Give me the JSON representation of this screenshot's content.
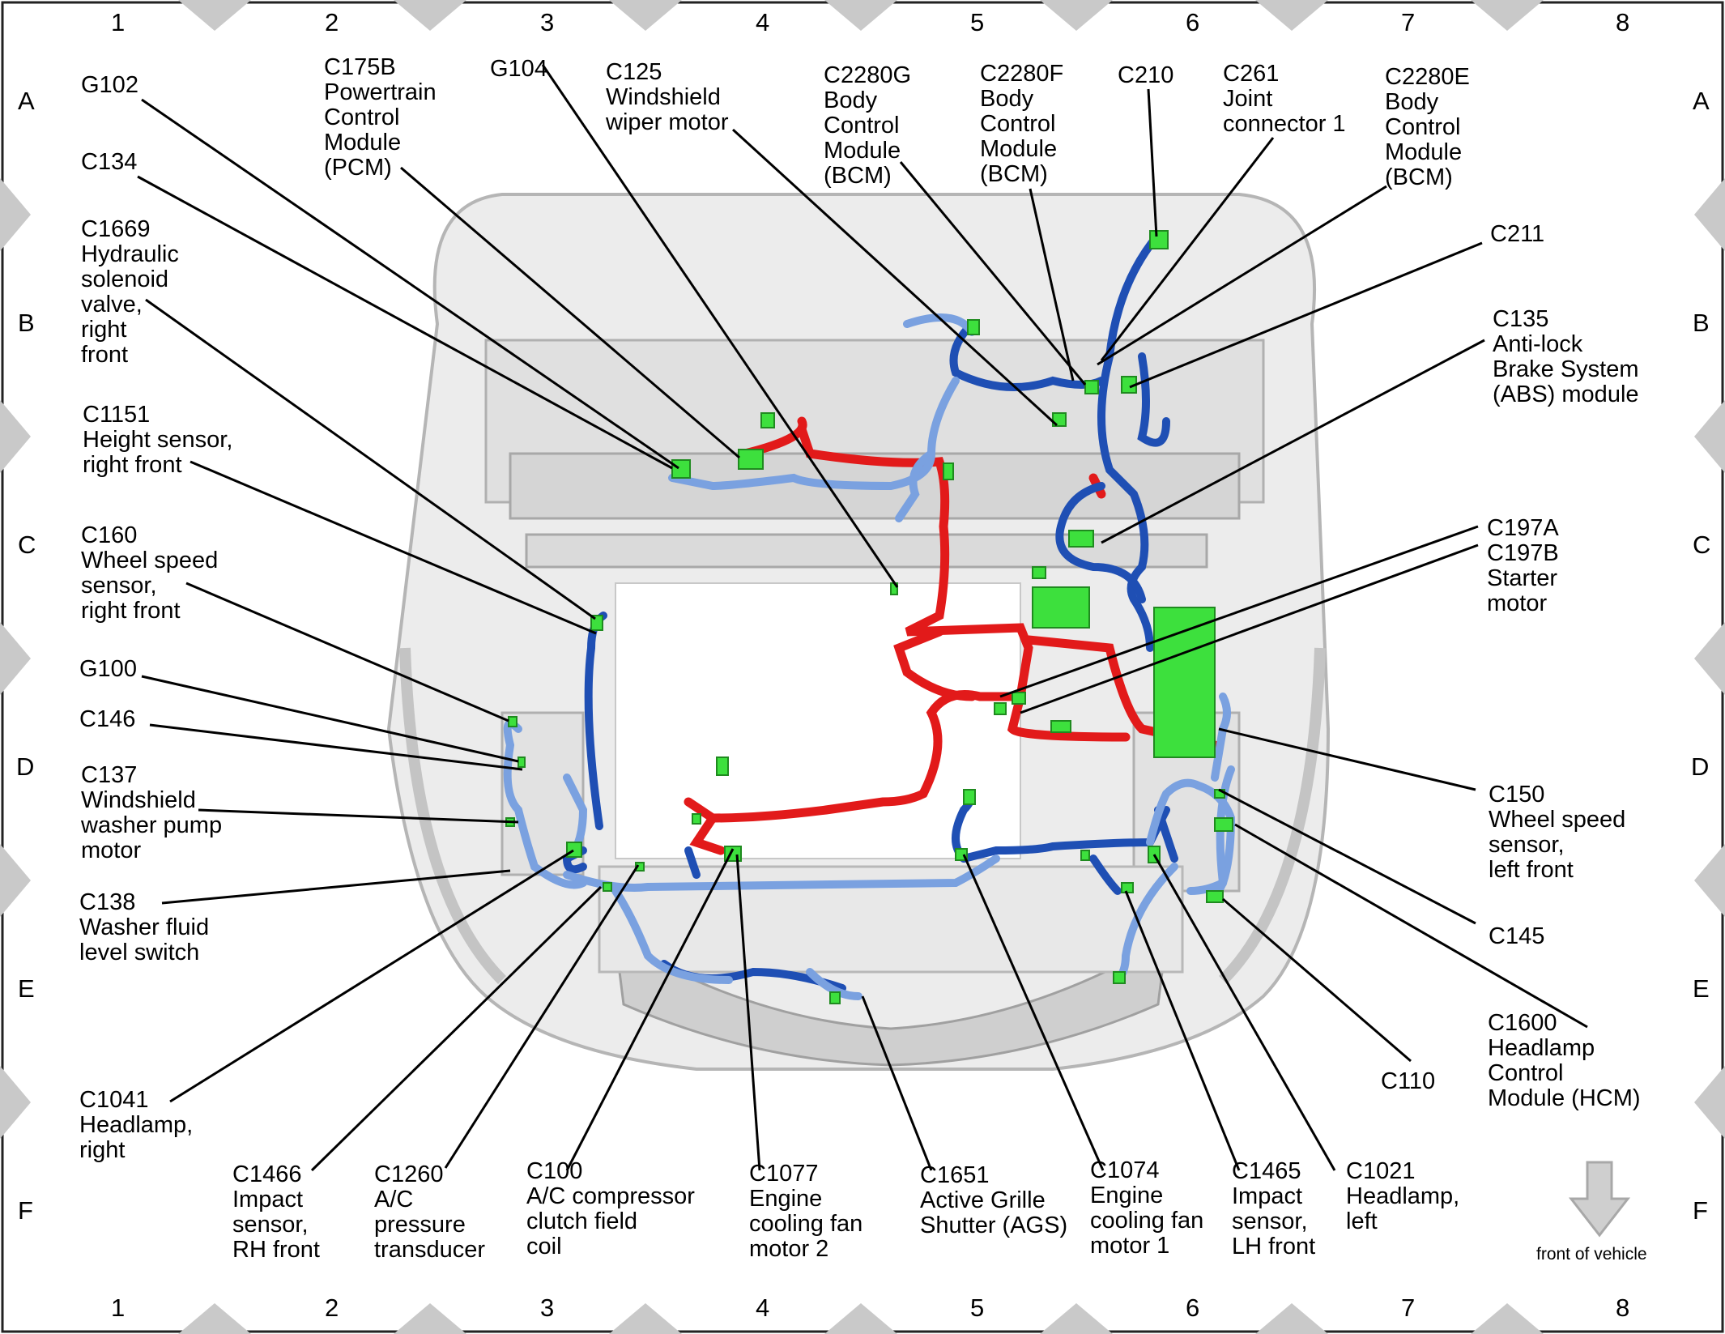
{
  "grid": {
    "columns": [
      "1",
      "2",
      "3",
      "4",
      "5",
      "6",
      "7",
      "8"
    ],
    "rows": [
      "A",
      "B",
      "C",
      "D",
      "E",
      "F"
    ]
  },
  "labels": {
    "g102": "G102",
    "c175b": "C175B\nPowertrain\nControl\nModule\n(PCM)",
    "g104": "G104",
    "c125": "C125\nWindshield\nwiper motor",
    "c2280g": "C2280G\nBody\nControl\nModule\n(BCM)",
    "c2280f": "C2280F\nBody\nControl\nModule\n(BCM)",
    "c210": "C210",
    "c261": "C261\nJoint\nconnector 1",
    "c2280e": "C2280E\nBody\nControl\nModule\n(BCM)",
    "c134": "C134",
    "c1669": "C1669\nHydraulic\nsolenoid\nvalve,\nright\nfront",
    "c211": "C211",
    "c135": "C135\nAnti-lock\nBrake System\n(ABS) module",
    "c1151": "C1151\nHeight sensor,\nright front",
    "c160": "C160\nWheel speed\nsensor,\nright front",
    "c197": "C197A\nC197B\nStarter\nmotor",
    "g100": "G100",
    "c146": "C146",
    "c137": "C137\nWindshield\nwasher pump\nmotor",
    "c138": "C138\nWasher fluid\nlevel switch",
    "c150": "C150\nWheel speed\nsensor,\nleft front",
    "c145": "C145",
    "c1600": "C1600\nHeadlamp\nControl\nModule (HCM)",
    "c110": "C110",
    "c1041": "C1041\nHeadlamp,\nright",
    "c1466": "C1466\nImpact\nsensor,\nRH front",
    "c1260": "C1260\nA/C\npressure\ntransducer",
    "c100": "C100\nA/C compressor\nclutch field\ncoil",
    "c1077": "C1077\nEngine\ncooling fan\nmotor 2",
    "c1651": "C1651\nActive Grille\nShutter (AGS)",
    "c1074": "C1074\nEngine\ncooling fan\nmotor 1",
    "c1465": "C1465\nImpact\nsensor,\nLH front",
    "c1021": "C1021\nHeadlamp,\nleft"
  },
  "front_of_vehicle": "front of vehicle",
  "icons": {
    "direction": "down-arrow-icon"
  },
  "colors": {
    "harness_blue": "#1f4fb4",
    "harness_light_blue": "#7aa1e0",
    "harness_red": "#e21a1a",
    "connector_green": "#3de03d",
    "body_gray": "#d9d9d9"
  }
}
